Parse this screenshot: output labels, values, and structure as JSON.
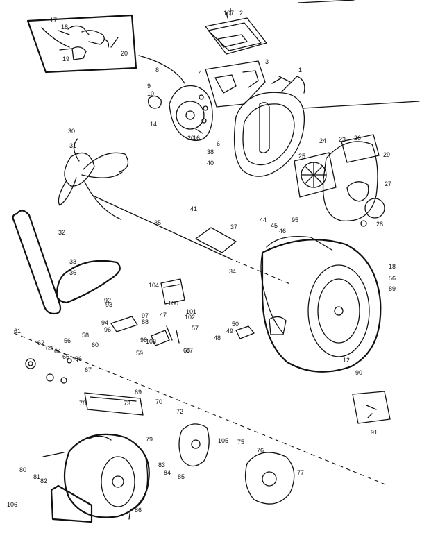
{
  "diagram": {
    "part_labels": [
      "1",
      "2",
      "3",
      "4",
      "6",
      "8",
      "9",
      "10",
      "12",
      "14",
      "16",
      "17",
      "18",
      "19",
      "20",
      "23",
      "24",
      "25",
      "26",
      "27",
      "28",
      "29",
      "30",
      "31",
      "32",
      "33",
      "34",
      "35",
      "36",
      "37",
      "38",
      "40",
      "41",
      "44",
      "45",
      "46",
      "47",
      "48",
      "49",
      "50",
      "56",
      "57",
      "58",
      "59",
      "60",
      "61",
      "62",
      "63",
      "64",
      "65",
      "66",
      "67",
      "68",
      "69",
      "70",
      "71",
      "72",
      "73",
      "75",
      "76",
      "77",
      "78",
      "79",
      "80",
      "81",
      "82",
      "83",
      "84",
      "85",
      "86",
      "87",
      "88",
      "89",
      "90",
      "91",
      "92",
      "93",
      "94",
      "95",
      "96",
      "97",
      "98",
      "100",
      "101",
      "102",
      "103",
      "104",
      "105",
      "106",
      "107",
      "20",
      "18",
      "56",
      "49"
    ]
  }
}
